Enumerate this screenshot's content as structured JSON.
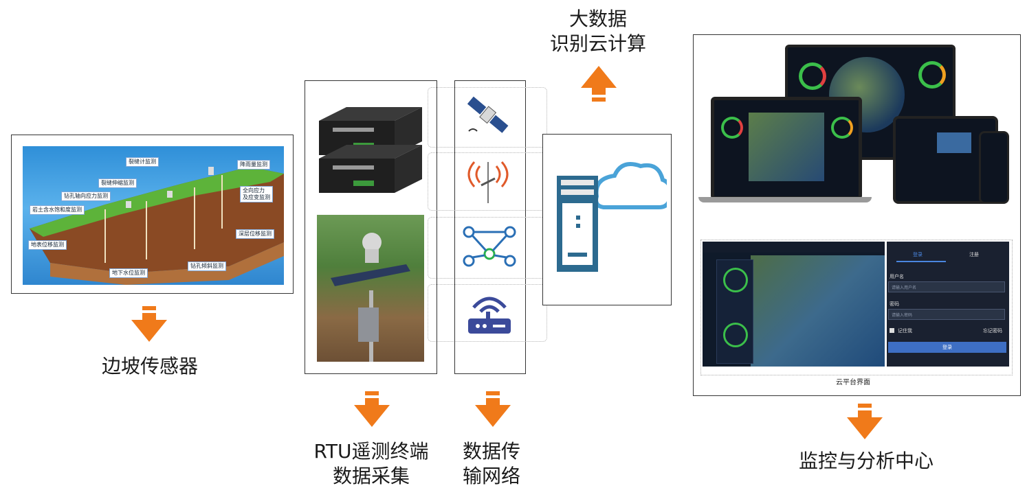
{
  "labels": {
    "slope_sensor": "边坡传感器",
    "rtu": "RTU遥测终端\n数据采集",
    "transmission": "数据传\n输网络",
    "bigdata": "大数据\n识别云计算",
    "center": "监控与分析中心"
  },
  "sensor_tags": {
    "t1": "裂缝计监测",
    "t2": "降雨量监测",
    "t3": "裂缝伸缩监测",
    "t4": "全向应力\n及应变监测",
    "t5": "钻孔轴向应力监测",
    "t6": "岩土含水饱和度监测",
    "t7": "深层位移监测",
    "t8": "地表位移监测",
    "t9": "钻孔倾斜监测",
    "t10": "地下水位监测"
  },
  "platform": {
    "caption": "云平台界面",
    "login_tab": "登录",
    "register_tab": "注册",
    "username_label": "用户名",
    "username_placeholder": "请输入用户名",
    "password_label": "密码",
    "password_placeholder": "请输入密码",
    "remember": "记住我",
    "forgot": "忘记密码",
    "login_button": "登录"
  },
  "colors": {
    "arrow": "#f07a1a",
    "server": "#2c6a8f",
    "cloud": "#4aa3d8",
    "icon_blue": "#2a6fb5",
    "icon_green": "#2bb24c",
    "router": "#3b4a9a"
  }
}
